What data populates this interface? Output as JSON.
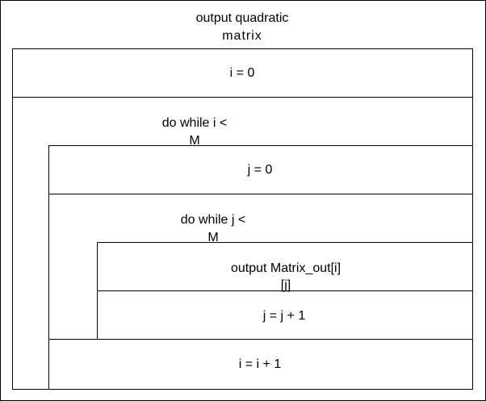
{
  "diagram": {
    "title_line1": "output quadratic",
    "title_line2": "matrix",
    "outer_init": "i = 0",
    "outer_loop_line1": "do while i <",
    "outer_loop_line2": "M",
    "inner_init": "j = 0",
    "inner_loop_line1": "do while j <",
    "inner_loop_line2": "M",
    "output_line1": "output Matrix_out[i]",
    "output_line2": "[j]",
    "inner_increment": "j = j + 1",
    "outer_increment": "i = i + 1"
  }
}
